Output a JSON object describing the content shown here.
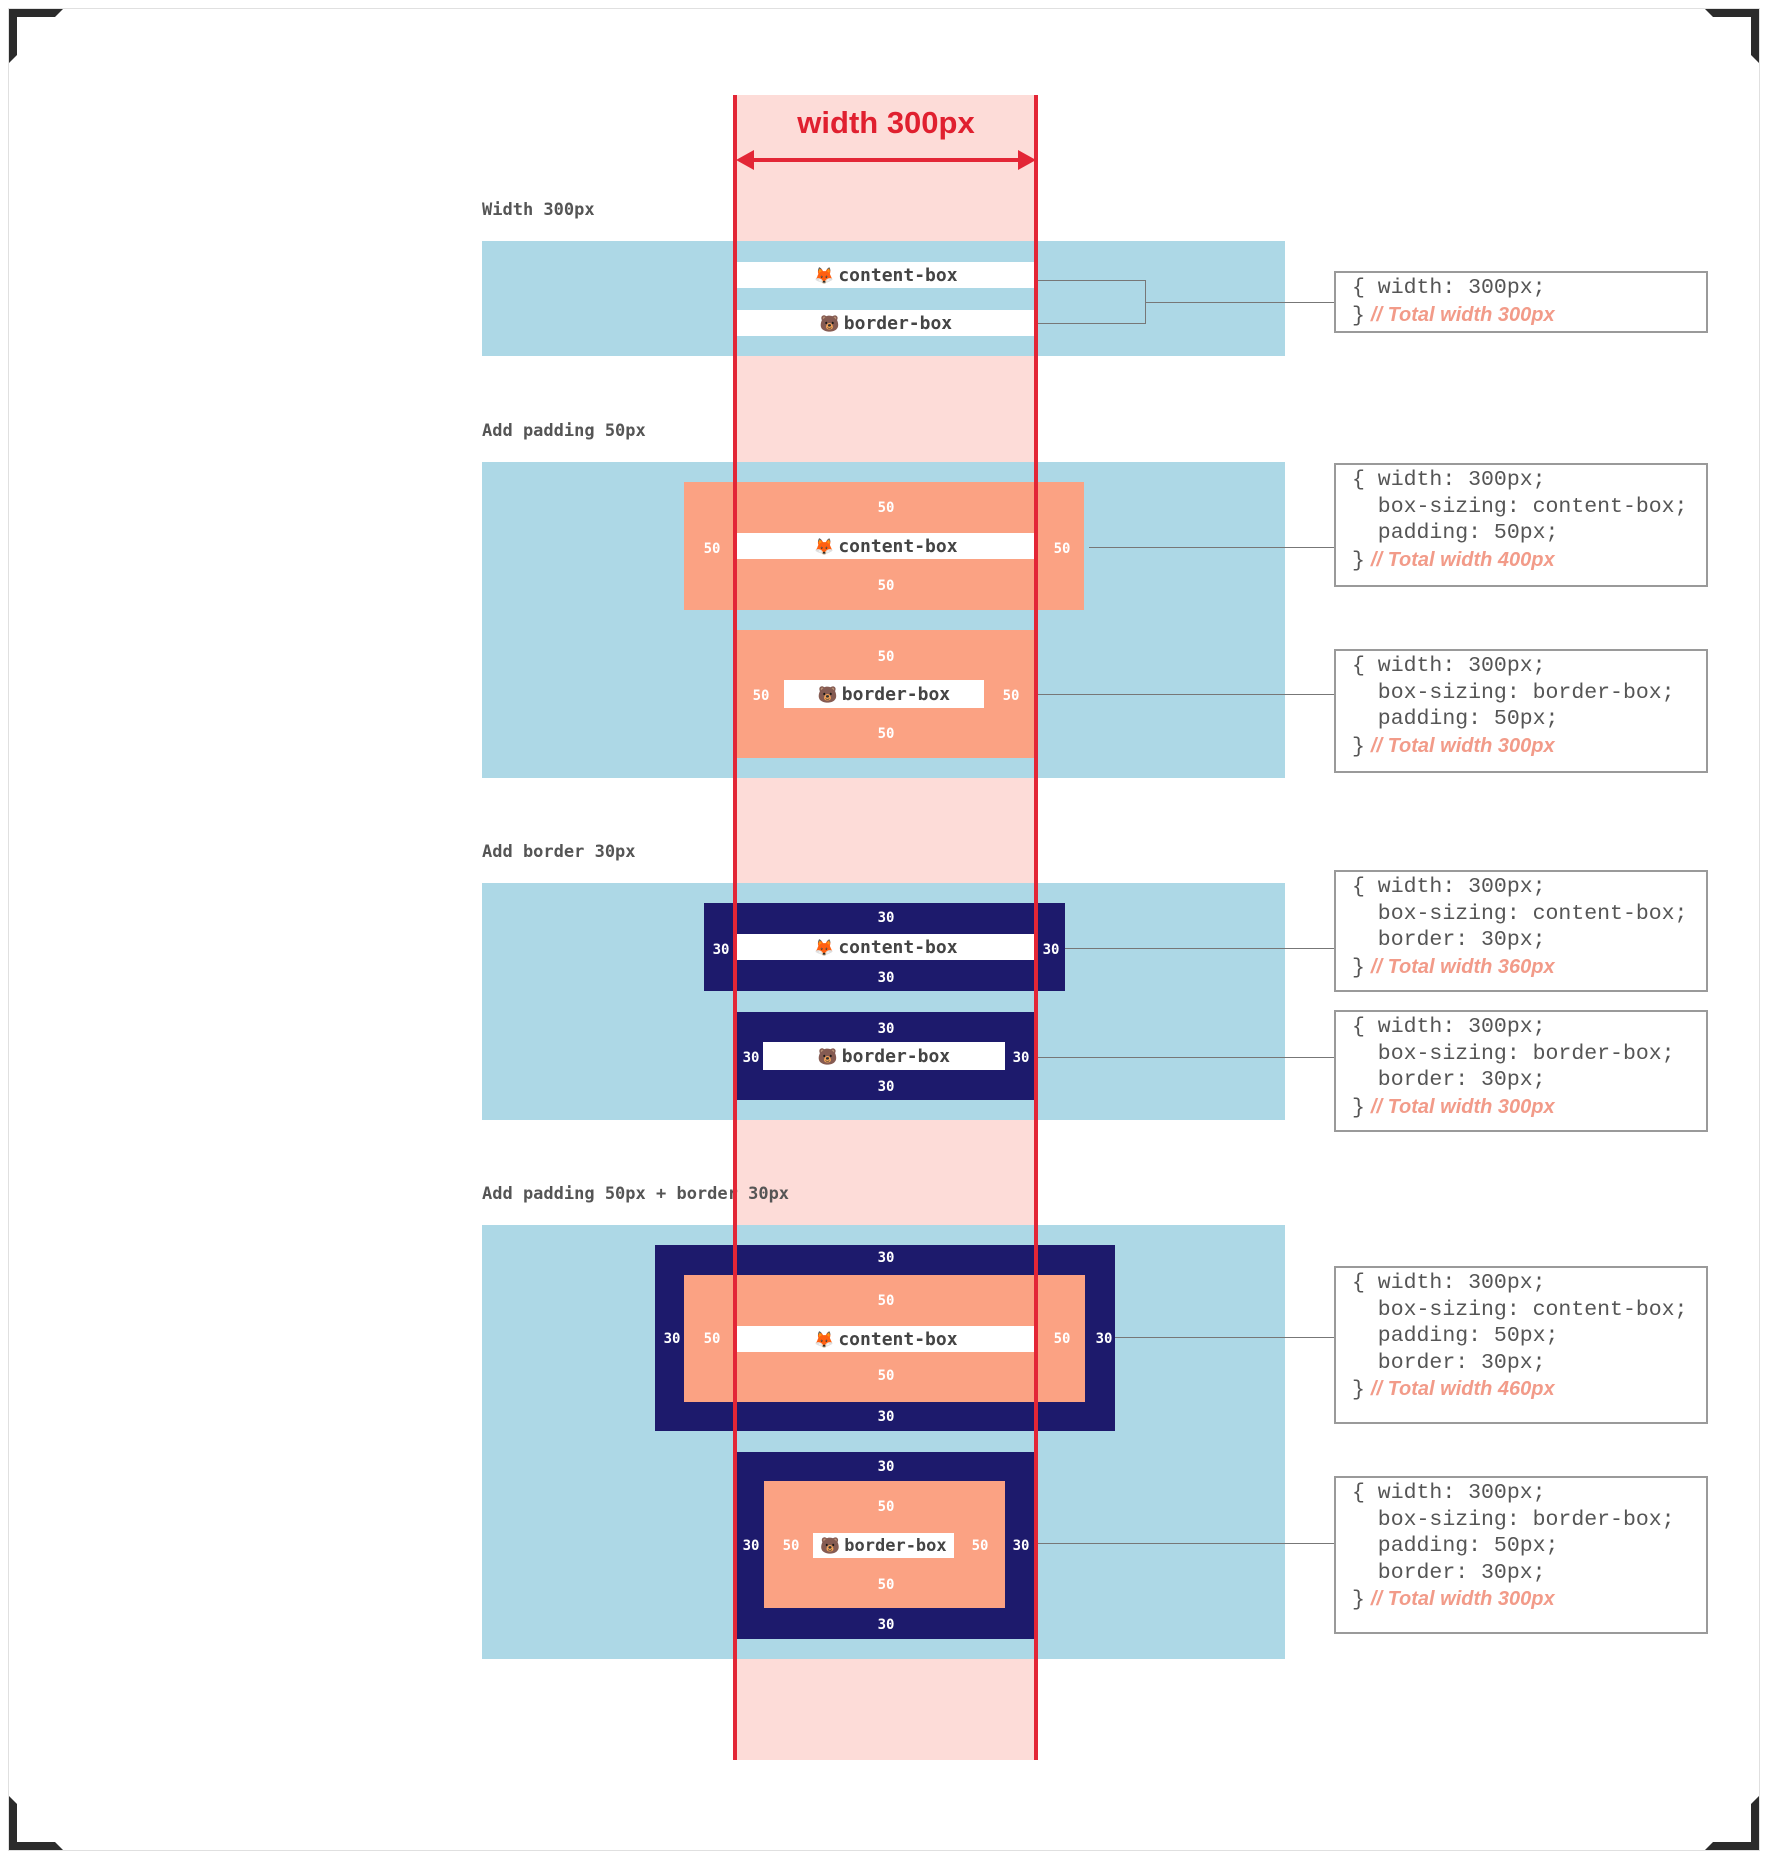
{
  "header": {
    "width_title": "width 300px"
  },
  "sections": [
    {
      "label": "Width 300px",
      "content_box": {
        "icon": "fox-icon",
        "emoji": "🦊",
        "label": "content-box"
      },
      "border_box": {
        "icon": "bear-icon",
        "emoji": "🐻",
        "label": "border-box"
      },
      "code": {
        "lines": [
          "{ width: 300px;"
        ],
        "close": "}",
        "comment": "// Total width 300px"
      }
    },
    {
      "label": "Add padding 50px",
      "padding": "50",
      "content_box": {
        "emoji": "🦊",
        "label": "content-box"
      },
      "border_box": {
        "emoji": "🐻",
        "label": "border-box"
      },
      "code_content": {
        "lines": [
          "{ width: 300px;",
          "  box-sizing: content-box;",
          "  padding: 50px;"
        ],
        "close": "}",
        "comment": "// Total width 400px"
      },
      "code_border": {
        "lines": [
          "{ width: 300px;",
          "  box-sizing: border-box;",
          "  padding: 50px;"
        ],
        "close": "}",
        "comment": "// Total width 300px"
      }
    },
    {
      "label": "Add border 30px",
      "border": "30",
      "content_box": {
        "emoji": "🦊",
        "label": "content-box"
      },
      "border_box": {
        "emoji": "🐻",
        "label": "border-box"
      },
      "code_content": {
        "lines": [
          "{ width: 300px;",
          "  box-sizing: content-box;",
          "  border: 30px;"
        ],
        "close": "}",
        "comment": "// Total width 360px"
      },
      "code_border": {
        "lines": [
          "{ width: 300px;",
          "  box-sizing: border-box;",
          "  border: 30px;"
        ],
        "close": "}",
        "comment": "// Total width 300px"
      }
    },
    {
      "label": "Add padding 50px + border 30px",
      "padding": "50",
      "border": "30",
      "content_box": {
        "emoji": "🦊",
        "label": "content-box"
      },
      "border_box": {
        "emoji": "🐻",
        "label": "border-box"
      },
      "code_content": {
        "lines": [
          "{ width: 300px;",
          "  box-sizing: content-box;",
          "  padding: 50px;",
          "  border: 30px;"
        ],
        "close": "}",
        "comment": "// Total width 460px"
      },
      "code_border": {
        "lines": [
          "{ width: 300px;",
          "  box-sizing: border-box;",
          "  padding: 50px;",
          "  border: 30px;"
        ],
        "close": "}",
        "comment": "// Total width 300px"
      }
    }
  ],
  "colors": {
    "guide_band": "#fddcd8",
    "guide_line": "#e32636",
    "container": "#add8e6",
    "padding": "#fba283",
    "border": "#1d1a6c",
    "comment": "#f29b89"
  }
}
